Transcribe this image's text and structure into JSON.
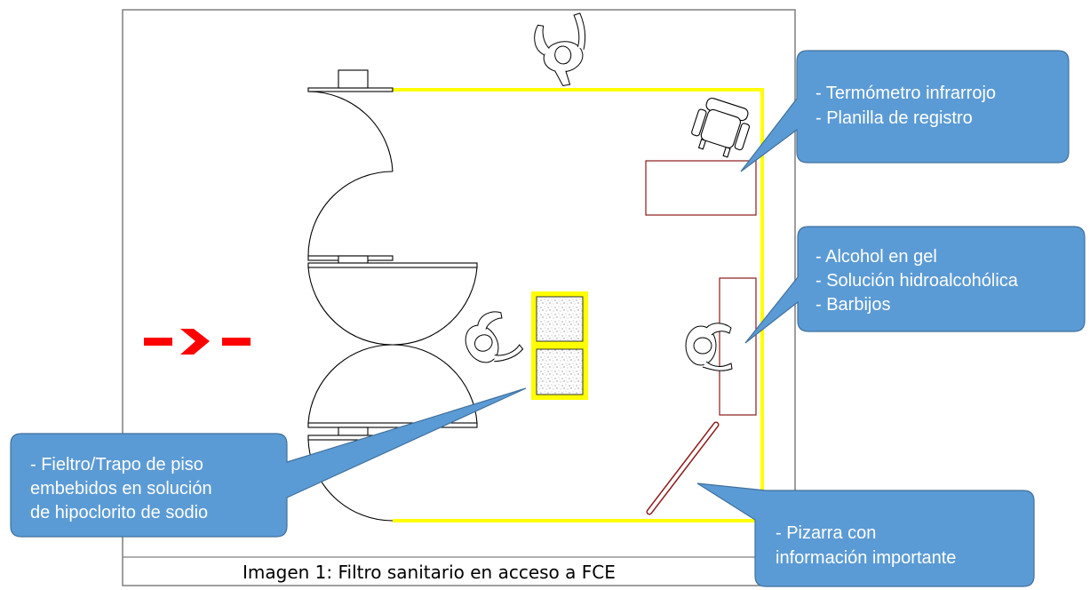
{
  "caption": "Imagen 1: Filtro sanitario en acceso a FCE",
  "callouts": {
    "desk": [
      "- Termómetro infrarrojo",
      "- Planilla de registro"
    ],
    "table": [
      "- Alcohol en gel",
      "- Solución hidroalcohólica",
      "- Barbijos"
    ],
    "floor_mats": [
      "- Fieltro/Trapo de piso",
      "embebidos en solución",
      "de hipoclorito de sodio"
    ],
    "whiteboard": [
      "- Pizarra con",
      "información importante"
    ]
  },
  "colors": {
    "callout_fill": "#5b9bd5",
    "callout_stroke": "#41719c",
    "barrier": "#ffff00",
    "entry_arrow": "#ff0000",
    "furniture": "#8b1a1a"
  },
  "icons": {
    "entry": "entry-arrow-icon",
    "person": "person-top-view-icon",
    "chair": "office-chair-icon"
  }
}
